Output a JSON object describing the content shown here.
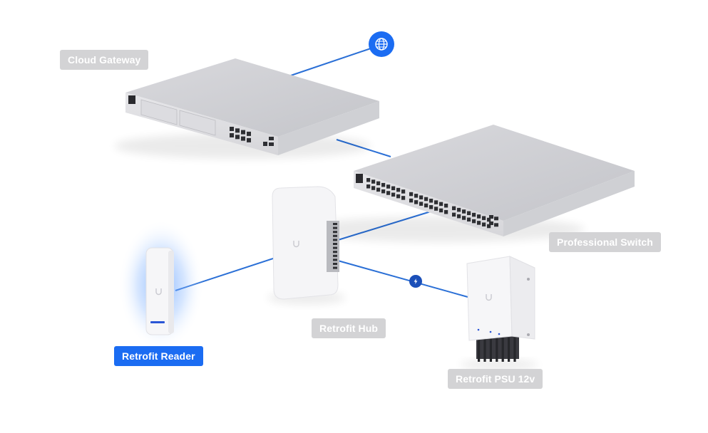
{
  "diagram": {
    "title": "",
    "accent_color": "#1b6cf2",
    "line_color": "#2a6fd6",
    "label_inactive_color": "#d3d3d5",
    "nodes": [
      {
        "id": "internet",
        "icon": "globe-icon",
        "label": ""
      },
      {
        "id": "cloud-gateway",
        "label": "Cloud Gateway",
        "active": false
      },
      {
        "id": "professional-switch",
        "label": "Professional Switch",
        "active": false
      },
      {
        "id": "retrofit-hub",
        "label": "Retrofit Hub",
        "active": false
      },
      {
        "id": "retrofit-reader",
        "label": "Retrofit Reader",
        "active": true
      },
      {
        "id": "retrofit-psu",
        "label": "Retrofit PSU 12v",
        "active": false
      }
    ],
    "connections": [
      {
        "from": "cloud-gateway",
        "to": "internet"
      },
      {
        "from": "cloud-gateway",
        "to": "professional-switch"
      },
      {
        "from": "professional-switch",
        "to": "retrofit-hub"
      },
      {
        "from": "retrofit-hub",
        "to": "retrofit-reader"
      },
      {
        "from": "retrofit-hub",
        "to": "retrofit-psu",
        "marker": "power-icon"
      }
    ]
  }
}
